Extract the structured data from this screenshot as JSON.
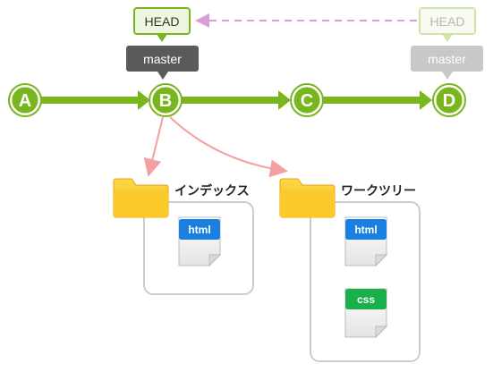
{
  "commits": [
    {
      "id": "A",
      "label": "A"
    },
    {
      "id": "B",
      "label": "B"
    },
    {
      "id": "C",
      "label": "C"
    },
    {
      "id": "D",
      "label": "D"
    }
  ],
  "refs": {
    "current": {
      "head": "HEAD",
      "branch": "master",
      "at": "B"
    },
    "previous": {
      "head": "HEAD",
      "branch": "master",
      "at": "D",
      "faded": true
    }
  },
  "areas": {
    "index": {
      "name": "インデックス",
      "files": [
        {
          "name": "html",
          "color": "#1a7fe0"
        }
      ]
    },
    "worktree": {
      "name": "ワークツリー",
      "files": [
        {
          "name": "html",
          "color": "#1a7fe0"
        },
        {
          "name": "css",
          "color": "#19b04b"
        }
      ]
    }
  },
  "colors": {
    "commit_line": "#79b51c",
    "head_border": "#79b51c",
    "branch_bg": "#5a5a5a",
    "faded_branch_bg": "#c8c8c8",
    "arrow_pink": "#f4a0a0",
    "dashed_arrow": "#d8a0d8",
    "folder": "#f6c21c",
    "box_border": "#cccccc"
  }
}
